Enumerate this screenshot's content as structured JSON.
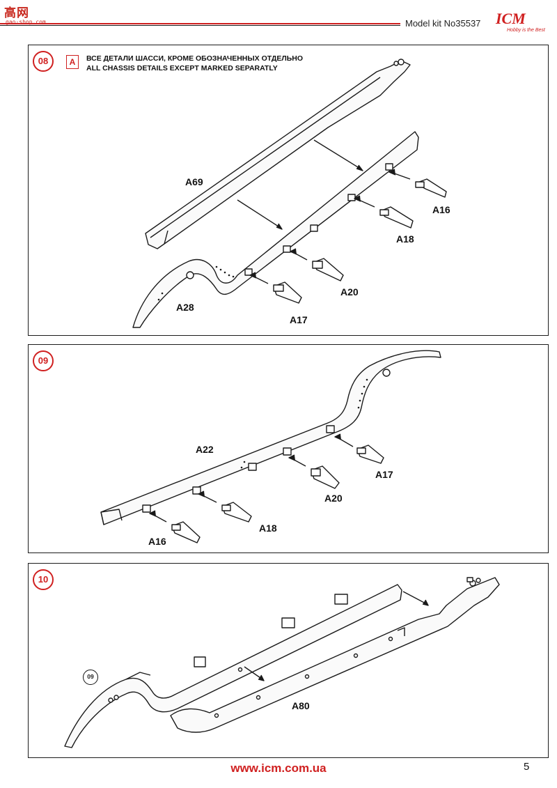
{
  "header": {
    "watermark_main": "高网",
    "watermark_sub": "gao-shop.com",
    "kit_number": "Model kit No35537",
    "logo_text": "ICM",
    "logo_tagline": "Hobby is the Best"
  },
  "steps": [
    {
      "number": "08",
      "sprue_letter": "A",
      "note_ru": "ВСЕ ДЕТАЛИ ШАССИ, КРОМЕ ОБОЗНАЧЕННЫХ ОТДЕЛЬНО",
      "note_en": "ALL CHASSIS DETAILS EXCEPT MARKED SEPARATLY",
      "parts": [
        "A69",
        "A16",
        "A18",
        "A28",
        "A20",
        "A17"
      ]
    },
    {
      "number": "09",
      "parts": [
        "A22",
        "A17",
        "A20",
        "A18",
        "A16"
      ]
    },
    {
      "number": "10",
      "sub_reference": "09",
      "parts": [
        "A80"
      ]
    }
  ],
  "footer": {
    "url": "www.icm.com.ua",
    "page_number": "5"
  }
}
